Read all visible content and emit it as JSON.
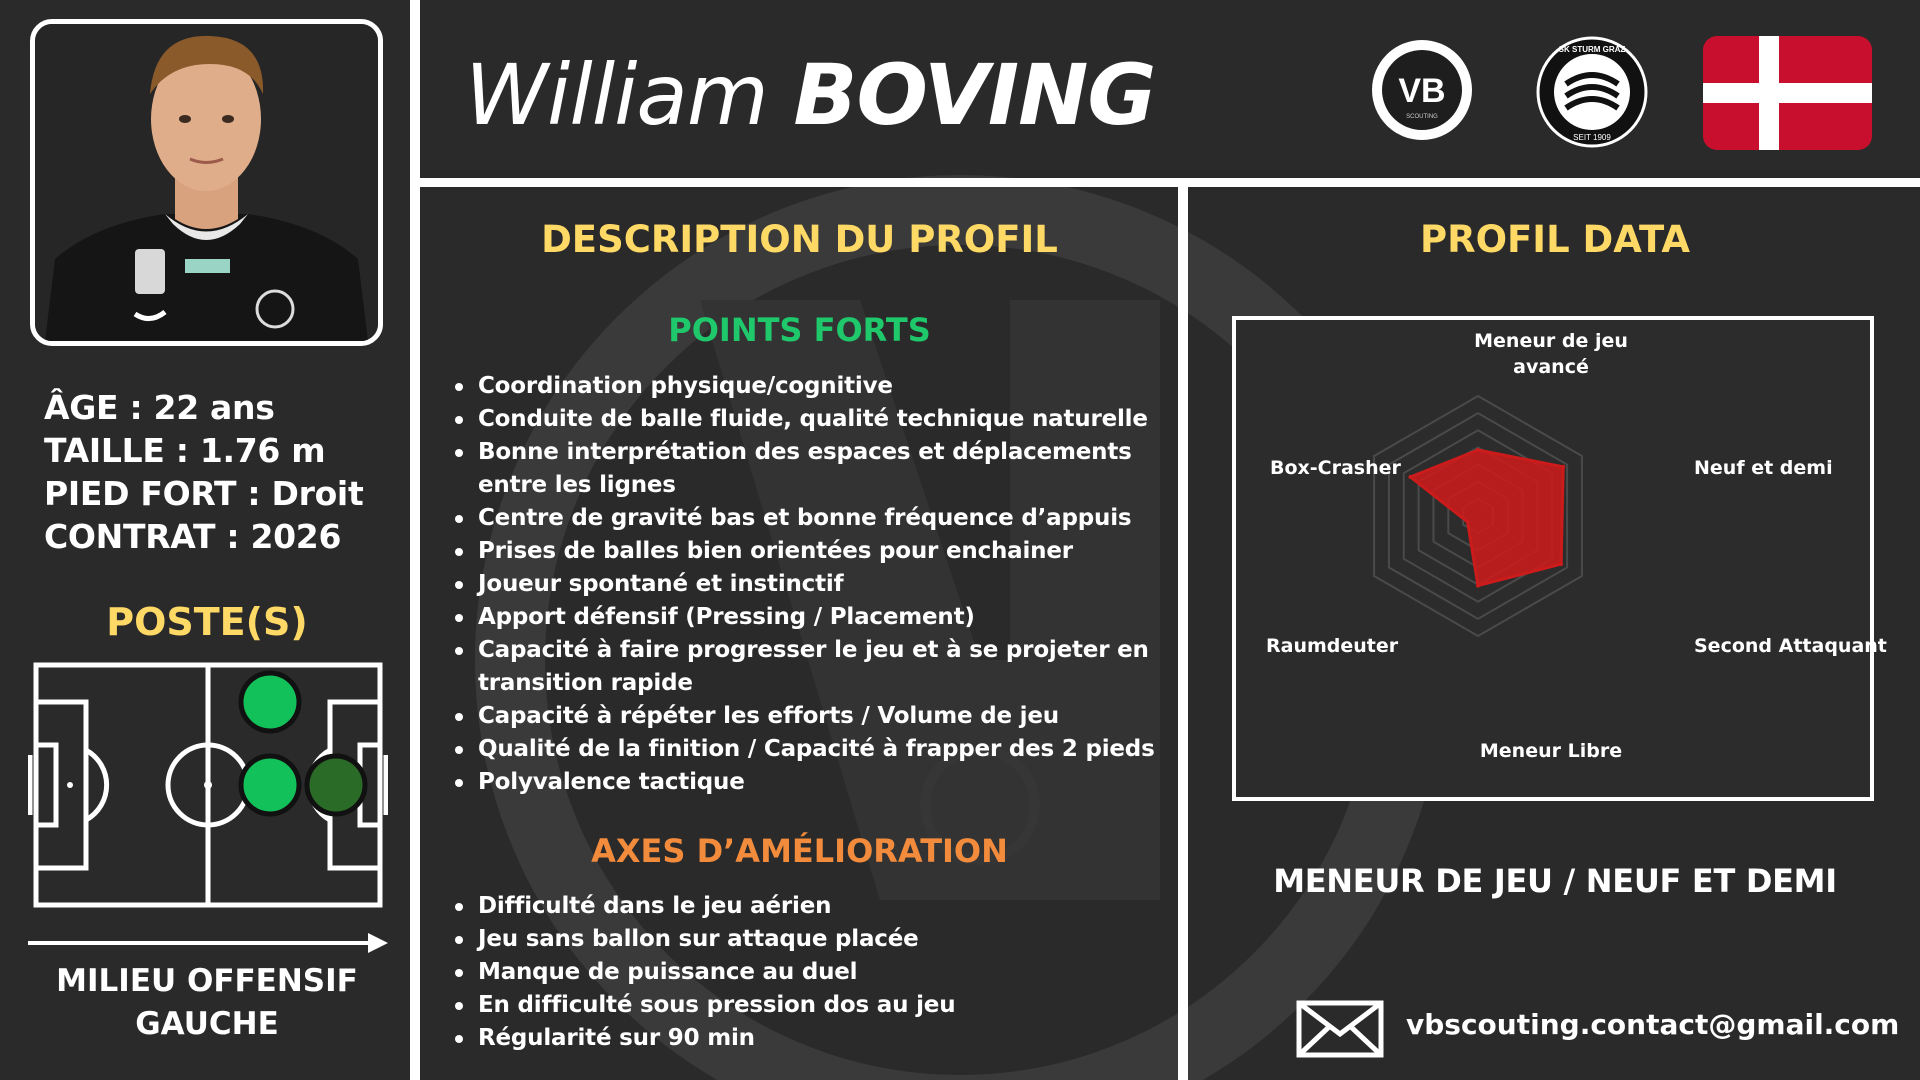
{
  "player": {
    "first_name": "William",
    "last_name": "BOVING"
  },
  "info": {
    "age": "ÂGE : 22 ans",
    "height": "TAILLE : 1.76 m",
    "foot": "PIED FORT : Droit",
    "contract": "CONTRAT : 2026"
  },
  "positions": {
    "title": "POSTE(S)",
    "label_line1": "MILIEU OFFENSIF",
    "label_line2": "GAUCHE",
    "markers": [
      {
        "role": "top",
        "color": "#12c15a"
      },
      {
        "role": "center-left",
        "color": "#12c15a"
      },
      {
        "role": "center-right",
        "color": "#2a6b27"
      }
    ]
  },
  "logos": {
    "scout_logo_text": "VB",
    "scout_logo_subtext": "SCOUTING",
    "club_logo_text": "SK STURM GRAZ",
    "club_logo_subtext": "SEIT 1909",
    "flag": "denmark-flag"
  },
  "description": {
    "title": "DESCRIPTION DU PROFIL",
    "strengths_title": "POINTS FORTS",
    "strengths": [
      "Coordination physique/cognitive",
      "Conduite de balle fluide, qualité technique naturelle",
      "Bonne interprétation des espaces et déplacements entre les lignes",
      "Centre de gravité bas et bonne fréquence d’appuis",
      "Prises de balles bien orientées pour enchainer",
      "Joueur spontané et instinctif",
      "Apport défensif (Pressing / Placement)",
      "Capacité à faire progresser le jeu et à se projeter en transition rapide",
      "Capacité à répéter les efforts / Volume de jeu",
      "Qualité de la finition / Capacité à frapper des 2 pieds",
      "Polyvalence tactique"
    ],
    "improvements_title": "AXES D’AMÉLIORATION",
    "improvements": [
      "Difficulté dans le jeu aérien",
      "Jeu sans ballon sur attaque placée",
      "Manque de puissance au duel",
      "En difficulté sous pression dos au jeu",
      "Régularité sur 90 min"
    ]
  },
  "profile_data": {
    "title": "PROFIL DATA",
    "role_summary": "MENEUR DE JEU / NEUF ET DEMI",
    "contact_email": "vbscouting.contact@gmail.com"
  },
  "chart_data": {
    "type": "radar",
    "axes": [
      "Meneur de jeu avancé",
      "Neuf et demi",
      "Second Attaquant",
      "Meneur Libre",
      "Raumdeuter",
      "Box-Crasher"
    ],
    "axis_label_lines": [
      [
        "Meneur de jeu",
        "avancé"
      ],
      [
        "Neuf et demi"
      ],
      [
        "Second Attaquant"
      ],
      [
        "Meneur Libre"
      ],
      [
        "Raumdeuter"
      ],
      [
        "Box-Crasher"
      ]
    ],
    "values": [
      0.55,
      0.82,
      0.8,
      0.58,
      0.1,
      0.65
    ],
    "range": [
      0,
      1
    ],
    "rings": 7,
    "fill_color": "#cc1b1b",
    "grid": true
  },
  "colors": {
    "background": "#2a2a2a",
    "title_yellow": "#ffd966",
    "strengths_green": "#1ec86b",
    "improve_orange": "#f28c3c",
    "flag_red": "#c8102e"
  }
}
